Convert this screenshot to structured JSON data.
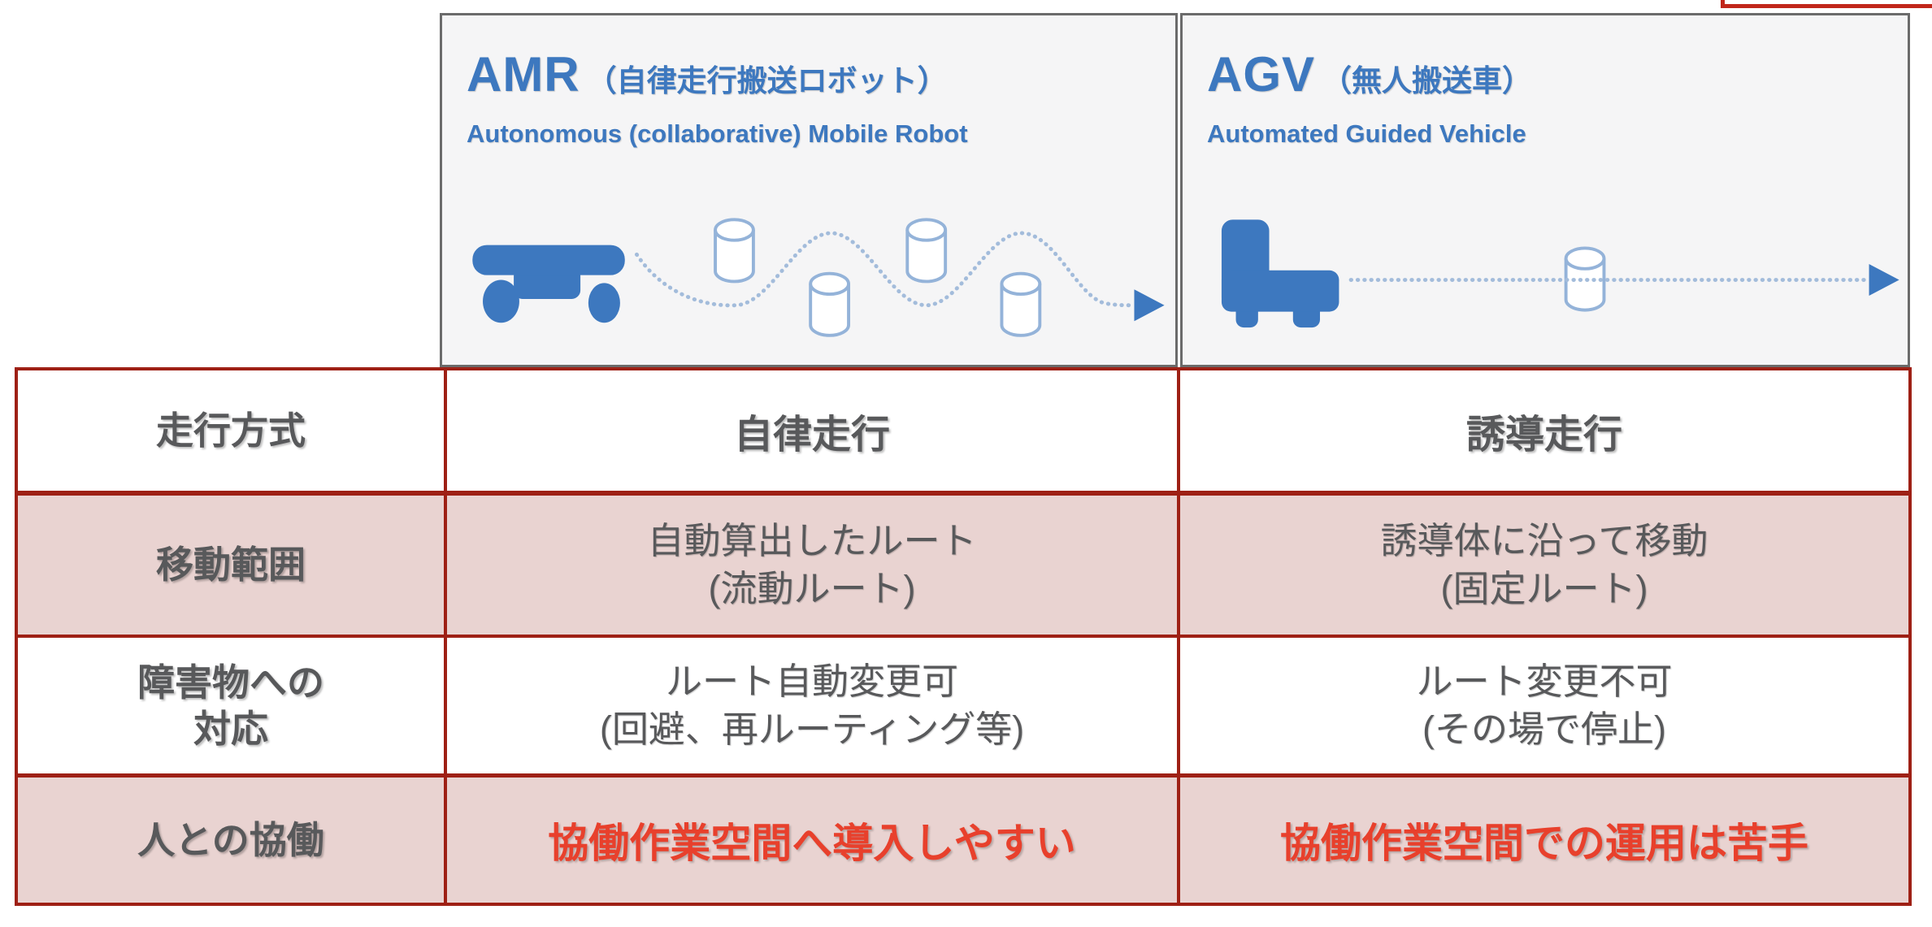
{
  "colors": {
    "blue": "#3d78bf",
    "blue_light": "#94b3d9",
    "dots": "#a3bcdb",
    "card_bg": "#f5f5f6",
    "card_border": "#6b6b6b",
    "table_border": "#9e2015",
    "row_pink": "#e9d3d1",
    "text_gray": "#58595b",
    "text_red": "#e8402c"
  },
  "header": {
    "amr": {
      "abbr": "AMR",
      "jp": "（自律走行搬送ロボット）",
      "en": "Autonomous (collaborative) Mobile Robot",
      "illustration": "amr-robot-weaving-around-obstacles"
    },
    "agv": {
      "abbr": "AGV",
      "jp": "（無人搬送車）",
      "en": "Automated Guided Vehicle",
      "illustration": "agv-vehicle-straight-guided-route"
    }
  },
  "table": {
    "rows": [
      {
        "label": "走行方式",
        "amr": "自律走行",
        "agv": "誘導走行"
      },
      {
        "label": "移動範囲",
        "amr_line1": "自動算出したルート",
        "amr_line2": "(流動ルート)",
        "agv_line1": "誘導体に沿って移動",
        "agv_line2": "(固定ルート)"
      },
      {
        "label_line1": "障害物への",
        "label_line2": "対応",
        "amr_line1": "ルート自動変更可",
        "amr_line2": "(回避、再ルーティング等)",
        "agv_line1": "ルート変更不可",
        "agv_line2": "(その場で停止)"
      },
      {
        "label": "人との協働",
        "amr": "協働作業空間へ導入しやすい",
        "agv": "協働作業空間での運用は苦手"
      }
    ]
  }
}
